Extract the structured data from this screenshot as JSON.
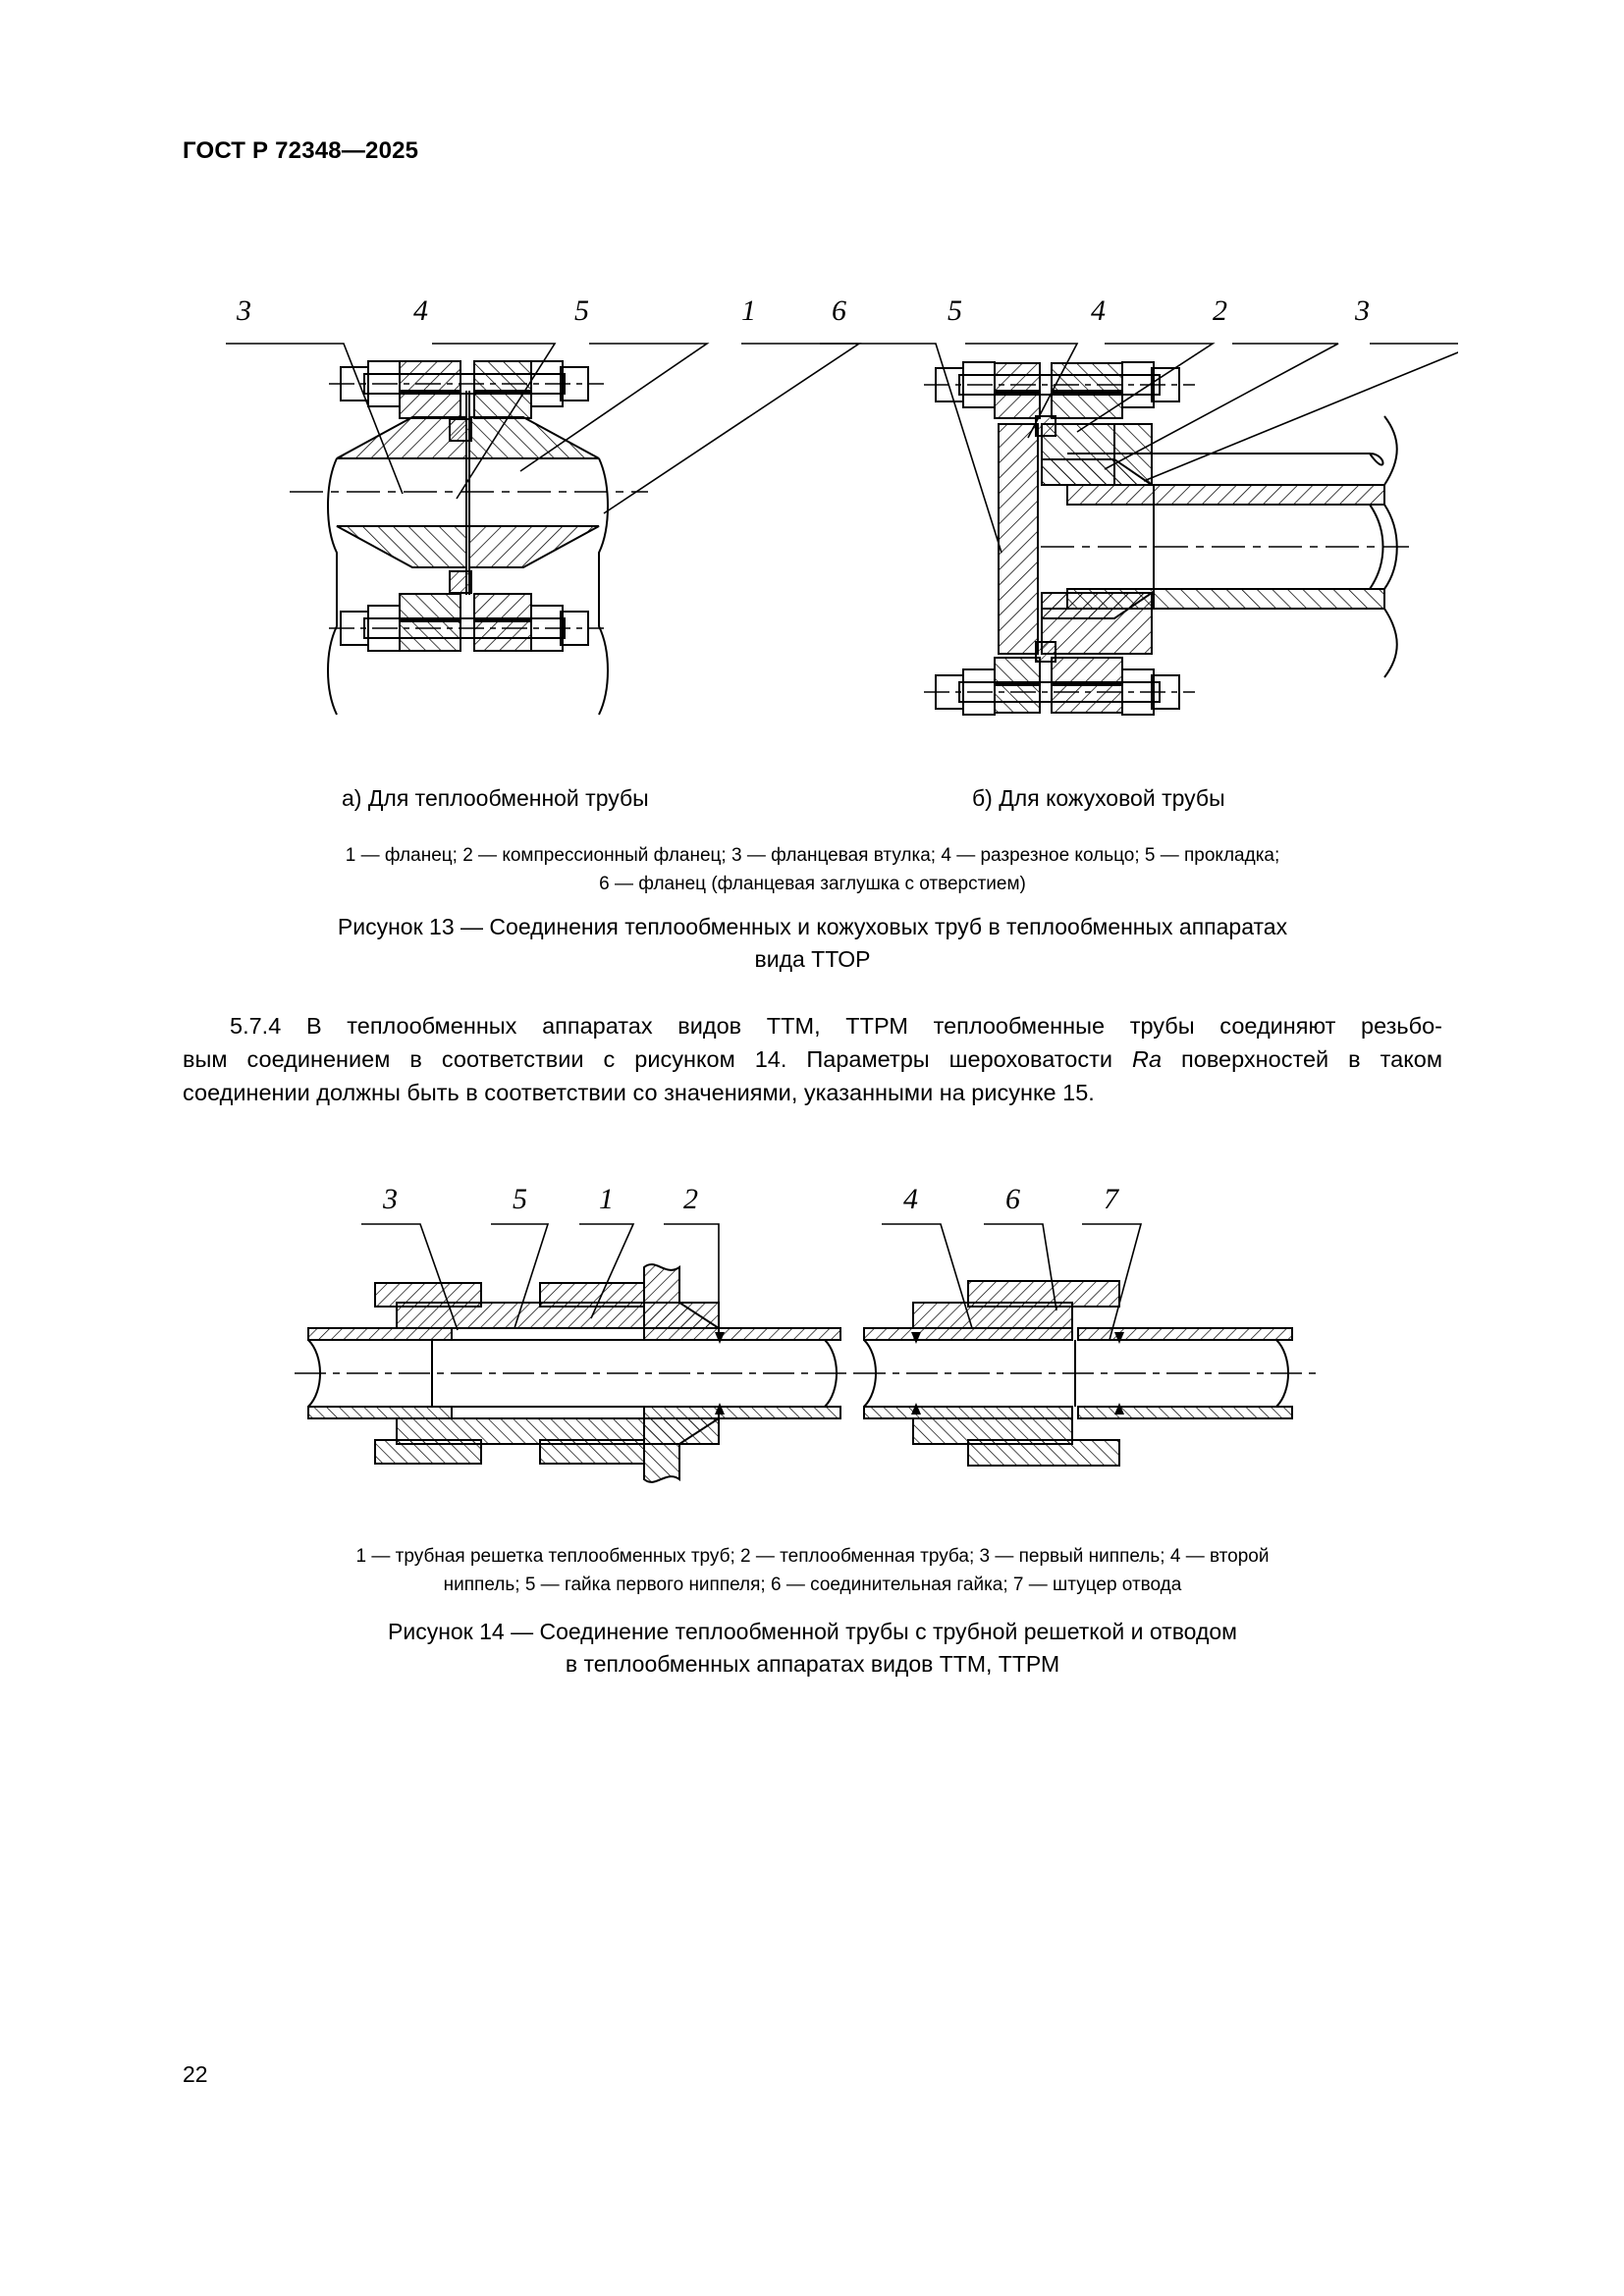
{
  "document": {
    "header": "ГОСТ Р 72348—2025",
    "page_number": "22"
  },
  "figure13": {
    "sub_caption_a": "а) Для теплообменной трубы",
    "sub_caption_b": "б) Для кожуховой трубы",
    "legend_line1": "1 — фланец; 2 — компрессионный фланец; 3 — фланцевая втулка; 4 — разрезное кольцо; 5 — прокладка;",
    "legend_line2": "6 — фланец (фланцевая заглушка с отверстием)",
    "caption_line1": "Рисунок 13 — Соединения теплообменных и кожуховых труб в теплообменных аппаратах",
    "caption_line2": "вида ТТОР",
    "callouts_a": [
      "3",
      "4",
      "5",
      "1"
    ],
    "callouts_b": [
      "6",
      "5",
      "4",
      "2",
      "3"
    ]
  },
  "section": {
    "number": "5.7.4",
    "line1": "В теплообменных аппаратах видов ТТМ, ТТРМ теплообменные трубы соединяют резьбо-",
    "line2_before_ra": "вым соединением в соответствии с рисунком 14. Параметры шероховатости ",
    "line2_ra": "Ra",
    "line2_after_ra": " поверхностей в таком",
    "line3": "соединении должны быть в соответствии со значениями, указанными на рисунке 15."
  },
  "figure14": {
    "legend_line1": "1 — трубная решетка теплообменных труб; 2 — теплообменная труба; 3 — первый ниппель; 4 — второй",
    "legend_line2": "ниппель; 5 — гайка первого ниппеля; 6 — соединительная гайка; 7 — штуцер отвода",
    "caption_line1": "Рисунок 14 — Соединение теплообменной трубы с трубной решеткой и отводом",
    "caption_line2": "в теплообменных аппаратах видов ТТМ, ТТРМ",
    "callouts_left": [
      "3",
      "5",
      "1",
      "2"
    ],
    "callouts_right": [
      "4",
      "6",
      "7"
    ]
  },
  "colors": {
    "ink": "#1a1a1a",
    "paper": "#ffffff"
  }
}
